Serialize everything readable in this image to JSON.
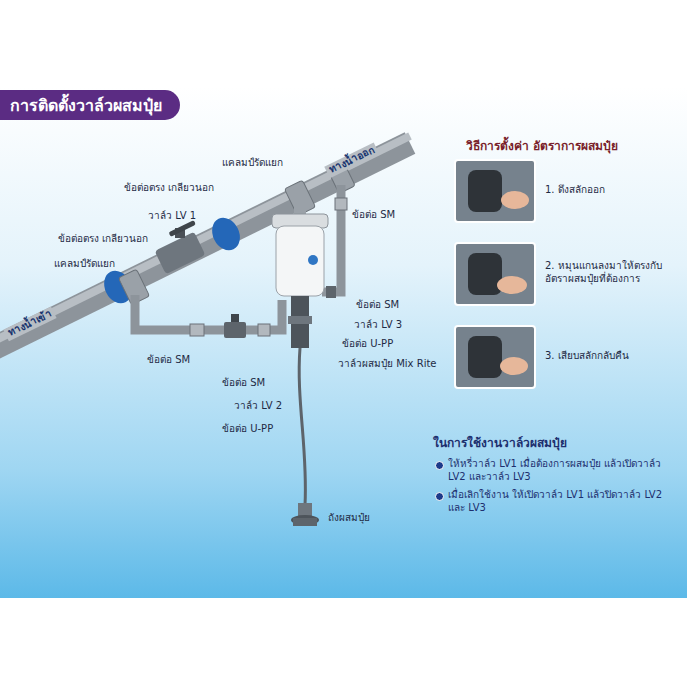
{
  "diagram": {
    "title": "การติดตั้งวาล์วผสมปุ๋ย",
    "labels": [
      "แคลมป์รัดแยก",
      "ทางน้ำออก",
      "ข้อต่อตรง เกลียวนอก",
      "วาล์ว LV 1",
      "ข้อต่อตรง เกลียวนอก",
      "แคลมป์รัดแยก",
      "ข้อต่อ SM",
      "ข้อต่อ SM",
      "วาล์ว LV 3",
      "ข้อต่อ U-PP",
      "วาล์วผสมปุ๋ย Mix Rite",
      "ทางน้ำเข้า",
      "ข้อต่อ SM",
      "ข้อต่อ SM",
      "วาล์ว LV 2",
      "ข้อต่อ U-PP",
      "ถังผสมปุ๋ย",
      "วิธีการตั้งค่า อัตราการผสมปุ๋ย",
      "1. ดึงสลักออก",
      "2. หมุนแกนลงมาให้ตรงกับ อัตราผสมปุ๋ยที่ต้องการ",
      "3. เสียบสลักกลับคืน",
      "ในการใช้งานวาล์วผสมปุ๋ย",
      "ให้หรี่วาล์ว LV1 เมื่อต้องการผสมปุ๋ย แล้วเปิดวาล์ว LV2 และวาล์ว LV3",
      "เมื่อเลิกใช้งาน ให้เปิดวาล์ว LV1 แล้วปิดวาล์ว LV2 และ LV3"
    ]
  }
}
